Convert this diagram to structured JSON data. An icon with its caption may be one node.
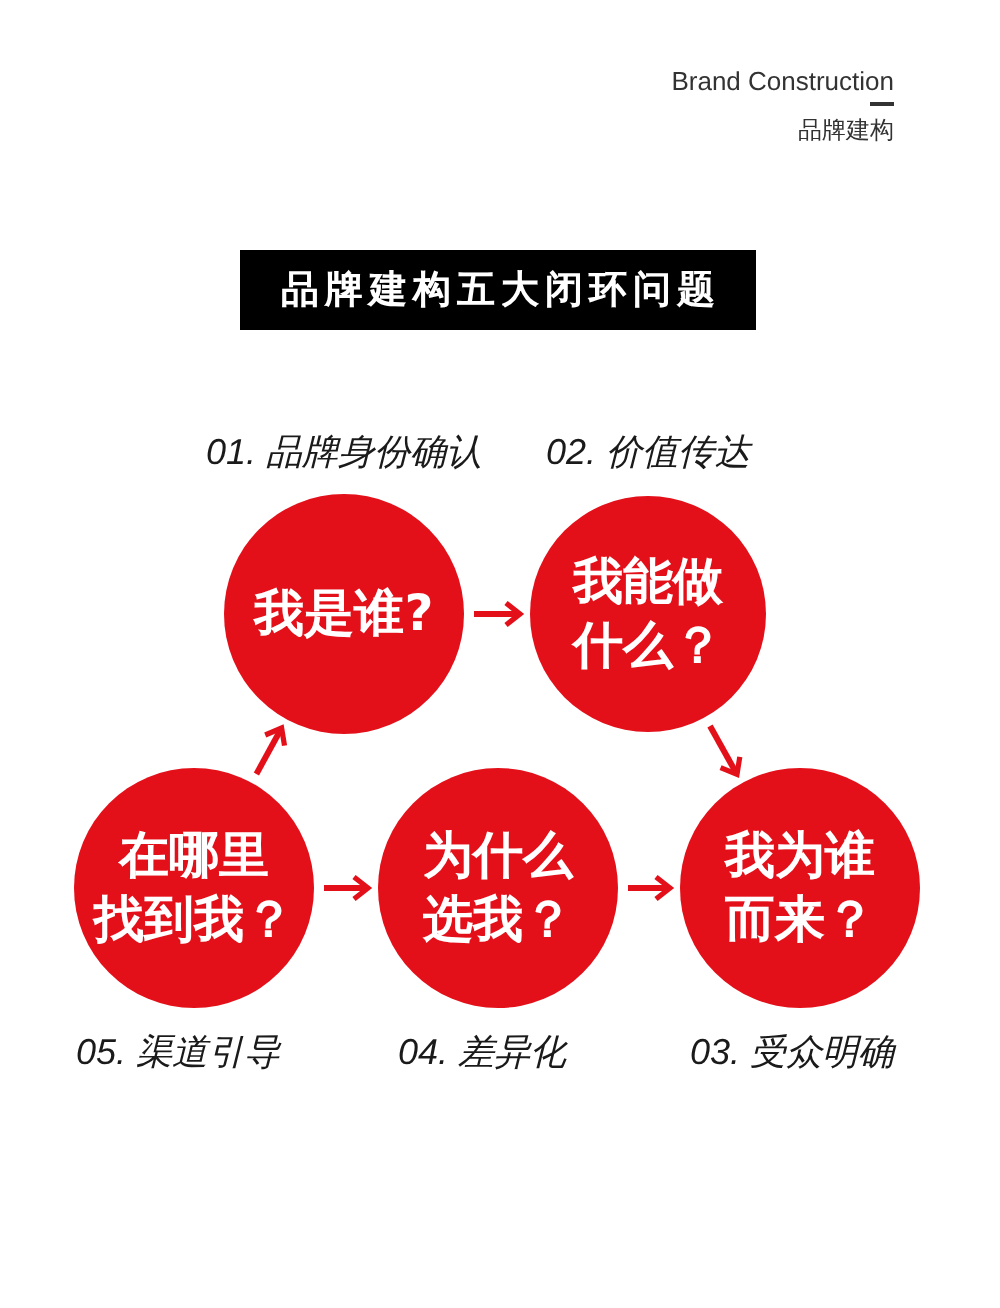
{
  "diagram": {
    "title": "品牌建构五大闭环问题",
    "nodes": [
      {
        "text": [
          "我是谁?"
        ],
        "beside": [
          "01. 品牌身份确认"
        ]
      },
      {
        "text": [
          "我能做什么？"
        ],
        "beside": [
          "02. 价值传达"
        ]
      },
      {
        "text": [
          "在哪里找到我？"
        ],
        "beside": [
          "05. 渠道引导"
        ]
      },
      {
        "text": [
          "为什么选我？"
        ],
        "beside": [
          "04. 差异化"
        ]
      },
      {
        "text": [
          "我为谁而来？"
        ],
        "beside": [
          "03. 受众明确"
        ]
      }
    ],
    "edges": [
      {
        "from": 0,
        "to": 1,
        "arrow": "to"
      },
      {
        "from": 1,
        "to": 4,
        "arrow": "to"
      },
      {
        "from": 2,
        "to": 0,
        "arrow": "to"
      },
      {
        "from": 2,
        "to": 3,
        "arrow": "to"
      },
      {
        "from": 3,
        "to": 4,
        "arrow": "to"
      }
    ],
    "labels": [
      "Brand Construction",
      "品牌建构"
    ]
  }
}
